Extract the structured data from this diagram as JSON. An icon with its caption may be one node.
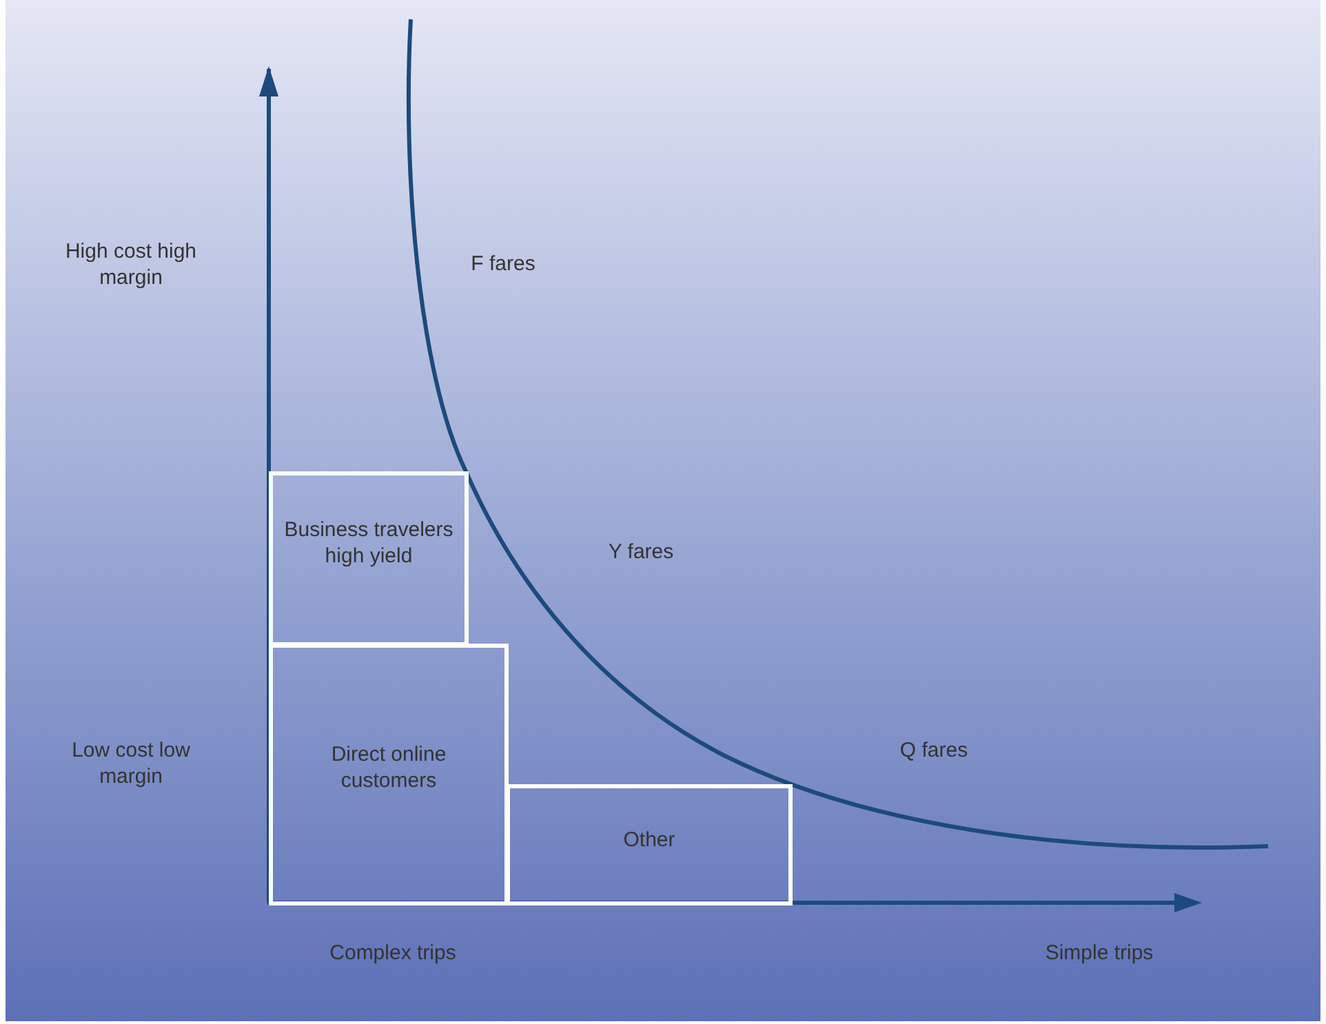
{
  "diagram": {
    "nodes": [
      {
        "text": [
          "Business travelers high yield"
        ]
      },
      {
        "text": [
          "Direct online customers"
        ]
      },
      {
        "text": [
          "Other"
        ]
      }
    ],
    "labels": [
      "F fares",
      "High cost high margin",
      "Y fares",
      "Low cost low margin",
      "Q fares",
      "Complex trips",
      "Simple trips"
    ]
  }
}
